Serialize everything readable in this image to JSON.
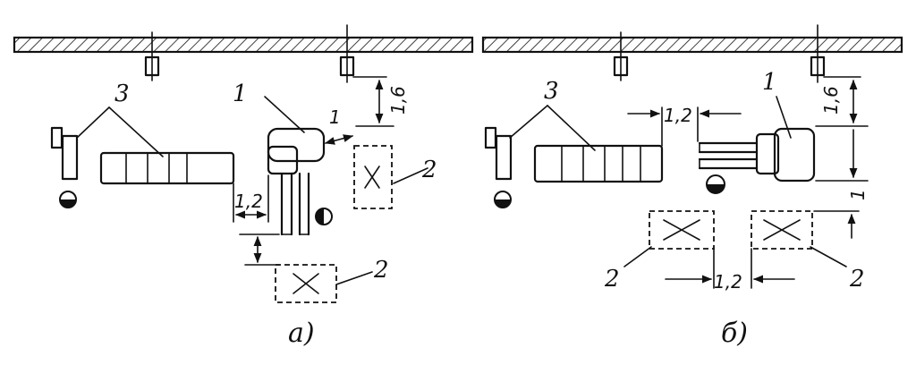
{
  "panel_a": {
    "caption": "a)",
    "label_machine": "1",
    "label_table_right": "2",
    "label_table_bottom": "2",
    "label_conveyor": "3",
    "dim_top": "1,6",
    "dim_side": "1",
    "dim_gap": "1,2"
  },
  "panel_b": {
    "caption": "б)",
    "label_machine": "1",
    "label_table_left": "2",
    "label_table_right": "2",
    "label_conveyor": "3",
    "dim_top": "1,6",
    "dim_gap_top": "1,2",
    "dim_gap_bottom": "1,2",
    "dim_side": "1"
  }
}
